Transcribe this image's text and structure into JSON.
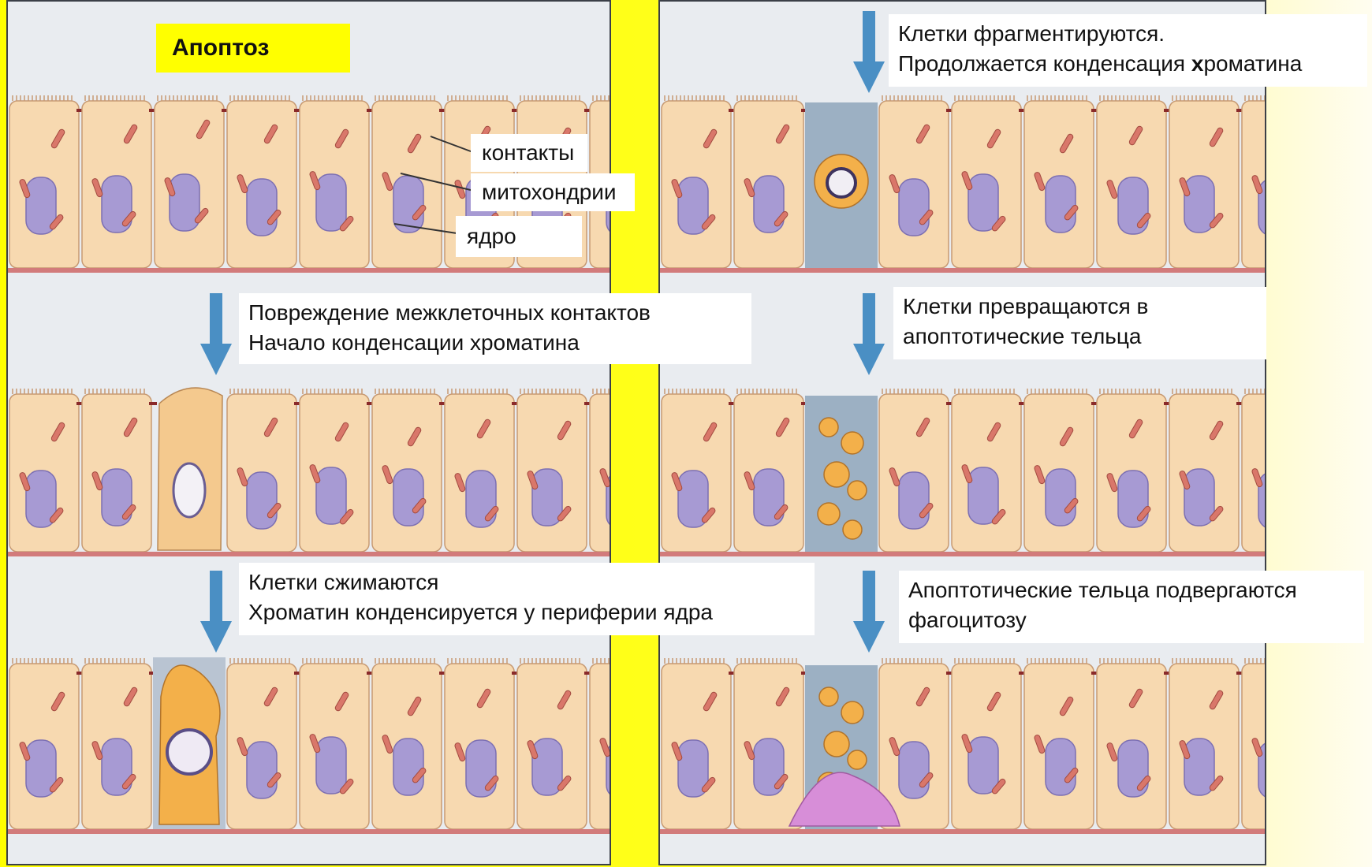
{
  "title": "Апоптоз",
  "structure_labels": {
    "contacts": "контакты",
    "mitochondria": "митохондрии",
    "nucleus": "ядро"
  },
  "steps": {
    "step1": [
      "Повреждение межклеточных контактов",
      "Начало конденсации хроматина"
    ],
    "step2": [
      "Клетки сжимаются",
      "Хроматин конденсируется у периферии ядра"
    ],
    "step3": [
      "Клетки фрагментируются.",
      "Продолжается конденсация ",
      "х",
      "роматина"
    ],
    "step4": [
      "Клетки превращаются в",
      "апоптотические тельца"
    ],
    "step5": [
      "Апоптотические тельца подвергаются",
      "фагоцитозу"
    ]
  },
  "colors": {
    "background": "#ffff00",
    "cell": "#f7d9b0",
    "nucleus": "#a79ad3",
    "mitochondria": "#d9776a",
    "apoptotic_cell": "#f3b04a",
    "phagocyte": "#d78ed8",
    "arrow": "#4a8fc4"
  },
  "icons": [
    "down-arrow-icon"
  ]
}
